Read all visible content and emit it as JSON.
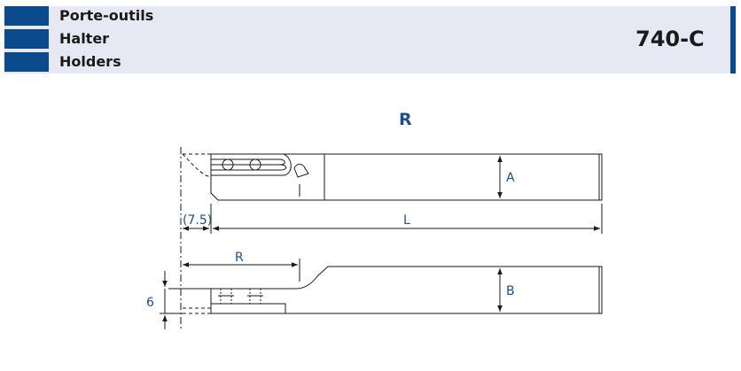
{
  "header": {
    "languages": [
      "Porte-outils",
      "Halter",
      "Holders"
    ],
    "code": "740-C"
  },
  "drawing": {
    "view_label": "R",
    "dimensions": {
      "A": "A",
      "L": "L",
      "offset": "(7.5)",
      "R": "R",
      "B": "B",
      "height": "6"
    },
    "colors": {
      "brand": "#0b4a8c",
      "dimension_text": "#1f4e8c",
      "line": "#1a1a1a"
    }
  }
}
